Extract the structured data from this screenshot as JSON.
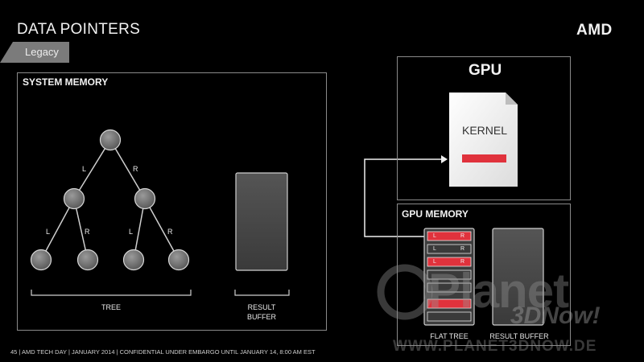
{
  "header": {
    "title": "DATA POINTERS",
    "tag": "Legacy",
    "logo": "AMD"
  },
  "system_memory": {
    "title": "SYSTEM MEMORY",
    "tree_label": "TREE",
    "result_label_line1": "RESULT",
    "result_label_line2": "BUFFER",
    "edge_left": "L",
    "edge_right": "R"
  },
  "gpu": {
    "title": "GPU",
    "kernel_label": "KERNEL"
  },
  "gpu_memory": {
    "title": "GPU MEMORY",
    "flat_tree_label": "FLAT TREE",
    "result_buffer_label": "RESULT BUFFER",
    "cell_left": "L",
    "cell_right": "R"
  },
  "footer": {
    "text": "45  |  AMD TECH DAY  |  JANUARY 2014  |  CONFIDENTIAL UNDER EMBARGO UNTIL JANUARY 14, 8:00 AM EST"
  },
  "watermark": {
    "line1": "Planet",
    "line2": "3DNow!",
    "line3": "WWW.PLANET3DNOW.DE"
  },
  "colors": {
    "accent_red": "#e0323c",
    "node_gray": "#7a7a7a",
    "panel_border": "#8a8a8a"
  }
}
